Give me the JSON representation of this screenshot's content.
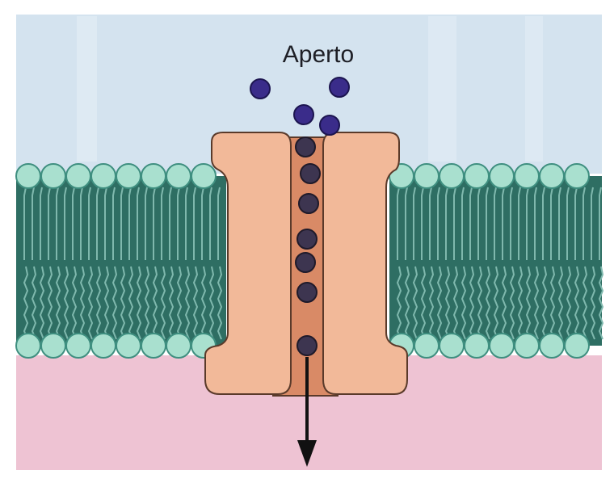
{
  "diagram": {
    "label": "Aperto",
    "colors": {
      "extracellular": "#d4e3ef",
      "intracellular": "#eec3d3",
      "membrane_core": "#2e6e63",
      "lipid_head": "#a9e0cf",
      "lipid_head_edge": "#3f8f80",
      "channel_protein": "#f2b999",
      "channel_pore": "#d98a66",
      "ion_outside": "#3a2c8a",
      "ion_inside": "#3d3550",
      "arrow": "#111111"
    },
    "ions_outside_count": 4,
    "ions_in_pore_count": 7,
    "flow_direction": "down"
  }
}
